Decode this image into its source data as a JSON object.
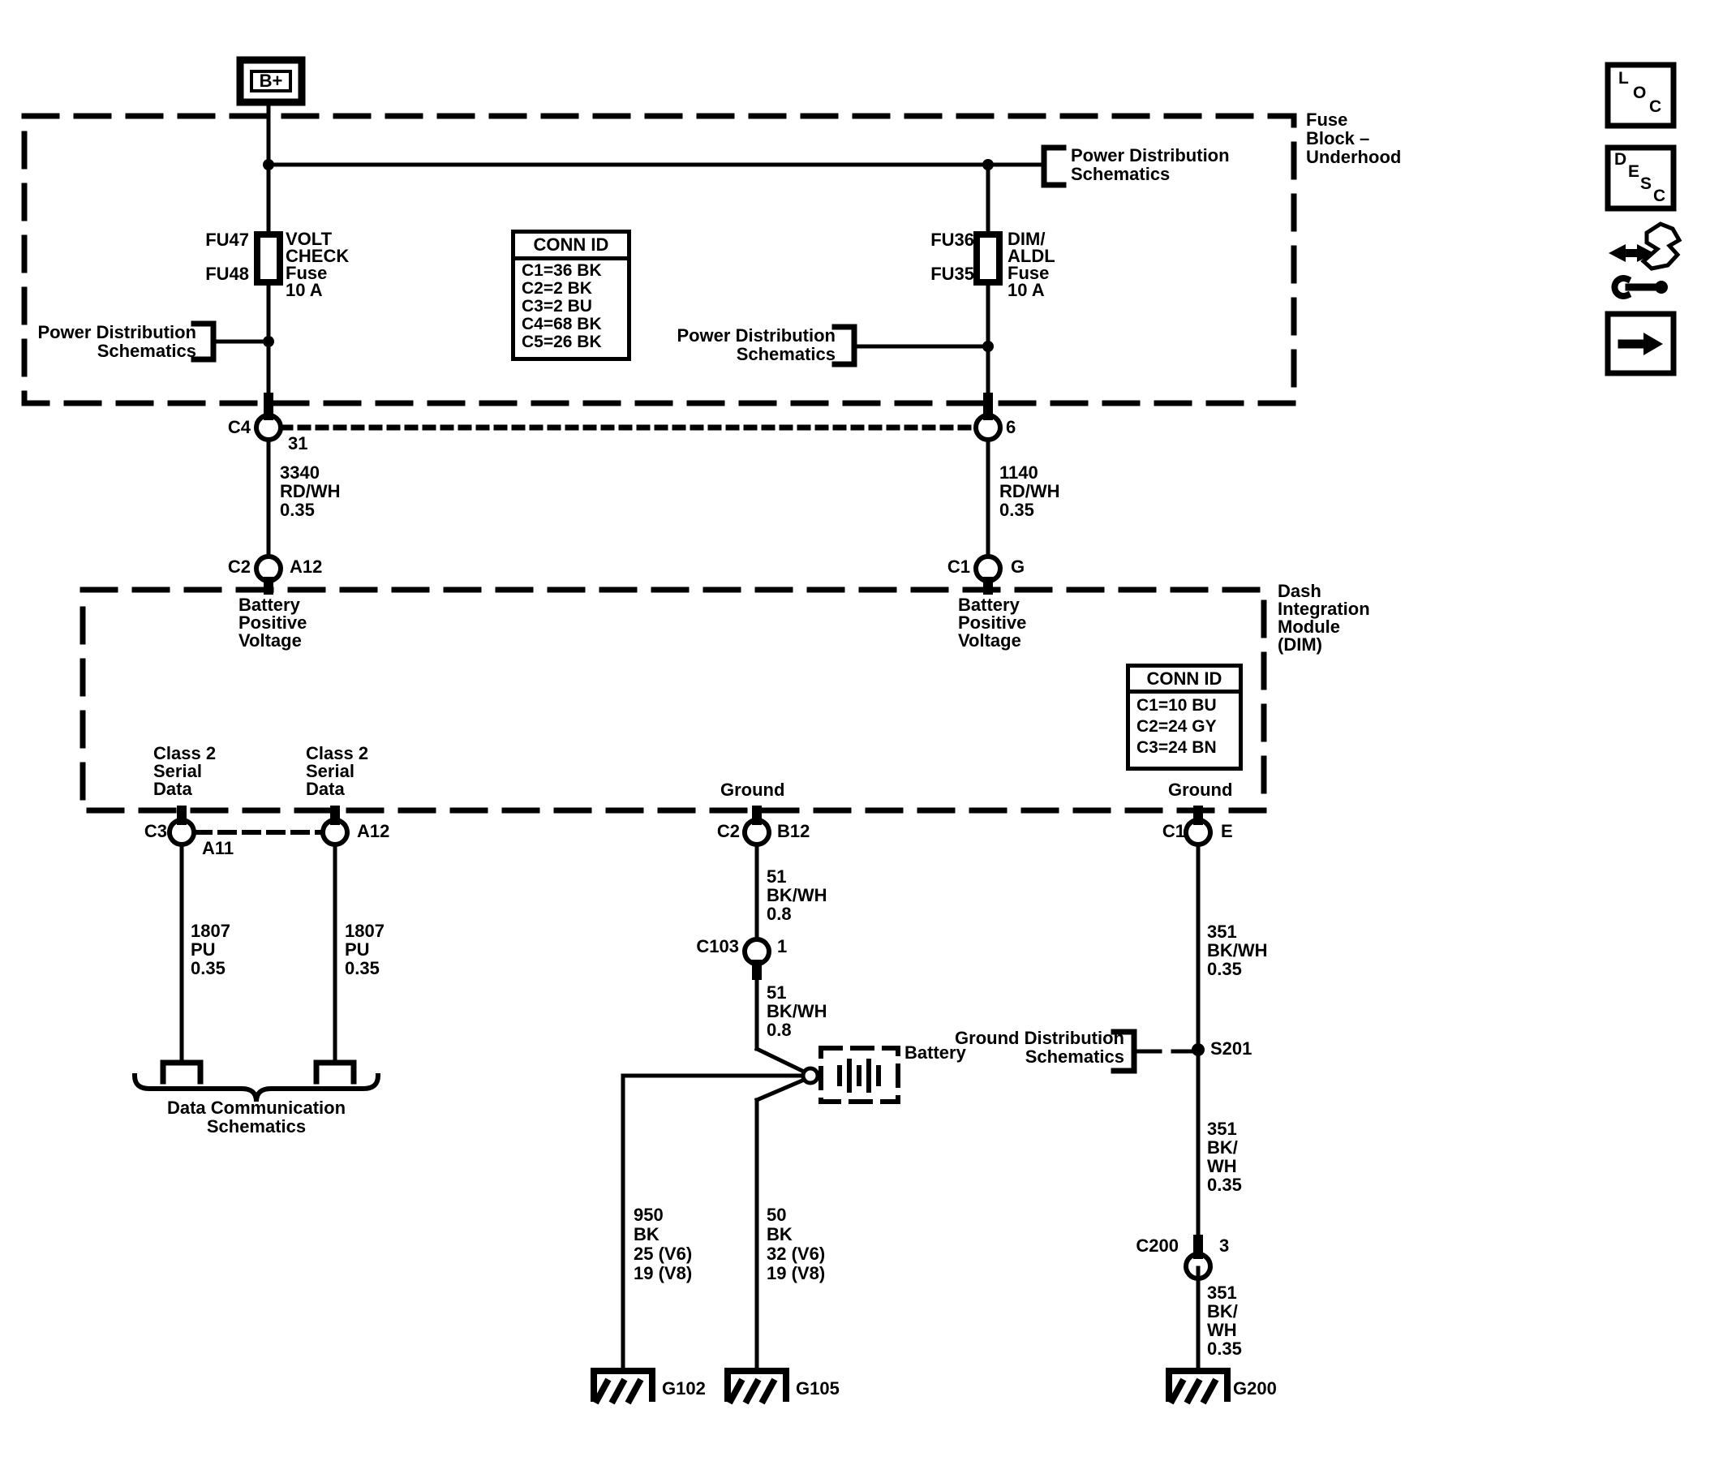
{
  "terminals": {
    "b_plus": "B+"
  },
  "modules": {
    "fuse_block_name": [
      "Fuse",
      "Block –",
      "Underhood"
    ],
    "dim_name": [
      "Dash",
      "Integration",
      "Module",
      "(DIM)"
    ]
  },
  "fuse_block": {
    "volt_check_fuse": {
      "pos_top": "FU47",
      "pos_bottom": "FU48",
      "desc": [
        "VOLT",
        "CHECK",
        "Fuse",
        "10 A"
      ]
    },
    "dim_aldl_fuse": {
      "pos_top": "FU36",
      "pos_bottom": "FU35",
      "desc": [
        "DIM/",
        "ALDL",
        "Fuse",
        "10 A"
      ]
    },
    "conn_id": {
      "title": "CONN ID",
      "rows": [
        "C1=36 BK",
        "C2=2 BK",
        "C3=2 BU",
        "C4=68 BK",
        "C5=26 BK"
      ]
    }
  },
  "dim": {
    "conn_id": {
      "title": "CONN ID",
      "rows": [
        "C1=10 BU",
        "C2=24 GY",
        "C3=24 BN"
      ]
    },
    "battery_positive_voltage": [
      "Battery",
      "Positive",
      "Voltage"
    ],
    "class_2_serial_data": [
      "Class 2",
      "Serial",
      "Data"
    ],
    "ground": "Ground"
  },
  "references": {
    "power_distribution": [
      "Power Distribution",
      "Schematics"
    ],
    "ground_distribution": [
      "Ground Distribution",
      "Schematics"
    ],
    "data_communication": [
      "Data Communication",
      "Schematics"
    ]
  },
  "connectors": {
    "c4": {
      "name": "C4",
      "pin": "31"
    },
    "fb_right": {
      "pin": "6"
    },
    "c2_a12": {
      "name": "C2",
      "pin": "A12"
    },
    "c1_g": {
      "name": "C1",
      "pin": "G"
    },
    "c3_a11": {
      "name": "C3",
      "pin": "A11"
    },
    "a12": {
      "pin": "A12"
    },
    "c2_b12": {
      "name": "C2",
      "pin": "B12"
    },
    "c1_e": {
      "name": "C1",
      "pin": "E"
    },
    "c103": {
      "name": "C103",
      "pin": "1"
    },
    "c200": {
      "name": "C200",
      "pin": "3"
    },
    "s201": "S201"
  },
  "wires": {
    "w3340": [
      "3340",
      "RD/WH",
      "0.35"
    ],
    "w1140": [
      "1140",
      "RD/WH",
      "0.35"
    ],
    "w1807_a": [
      "1807",
      "PU",
      "0.35"
    ],
    "w1807_b": [
      "1807",
      "PU",
      "0.35"
    ],
    "w51_a": [
      "51",
      "BK/WH",
      "0.8"
    ],
    "w51_b": [
      "51",
      "BK/WH",
      "0.8"
    ],
    "w351_a": [
      "351",
      "BK/WH",
      "0.35"
    ],
    "w351_b": [
      "351",
      "BK/",
      "WH",
      "0.35"
    ],
    "w351_c": [
      "351",
      "BK/",
      "WH",
      "0.35"
    ],
    "w950": [
      "950",
      "BK",
      "25 (V6)",
      "19 (V8)"
    ],
    "w50": [
      "50",
      "BK",
      "32 (V6)",
      "19 (V8)"
    ]
  },
  "grounds": {
    "g102": "G102",
    "g105": "G105",
    "g200": "G200"
  },
  "battery": {
    "label": "Battery"
  },
  "toolbar": {
    "loc": [
      "L",
      "O",
      "C"
    ],
    "desc": [
      "D",
      "E",
      "S",
      "C"
    ]
  },
  "colors": {
    "ink": "#000000",
    "paper": "#ffffff"
  }
}
